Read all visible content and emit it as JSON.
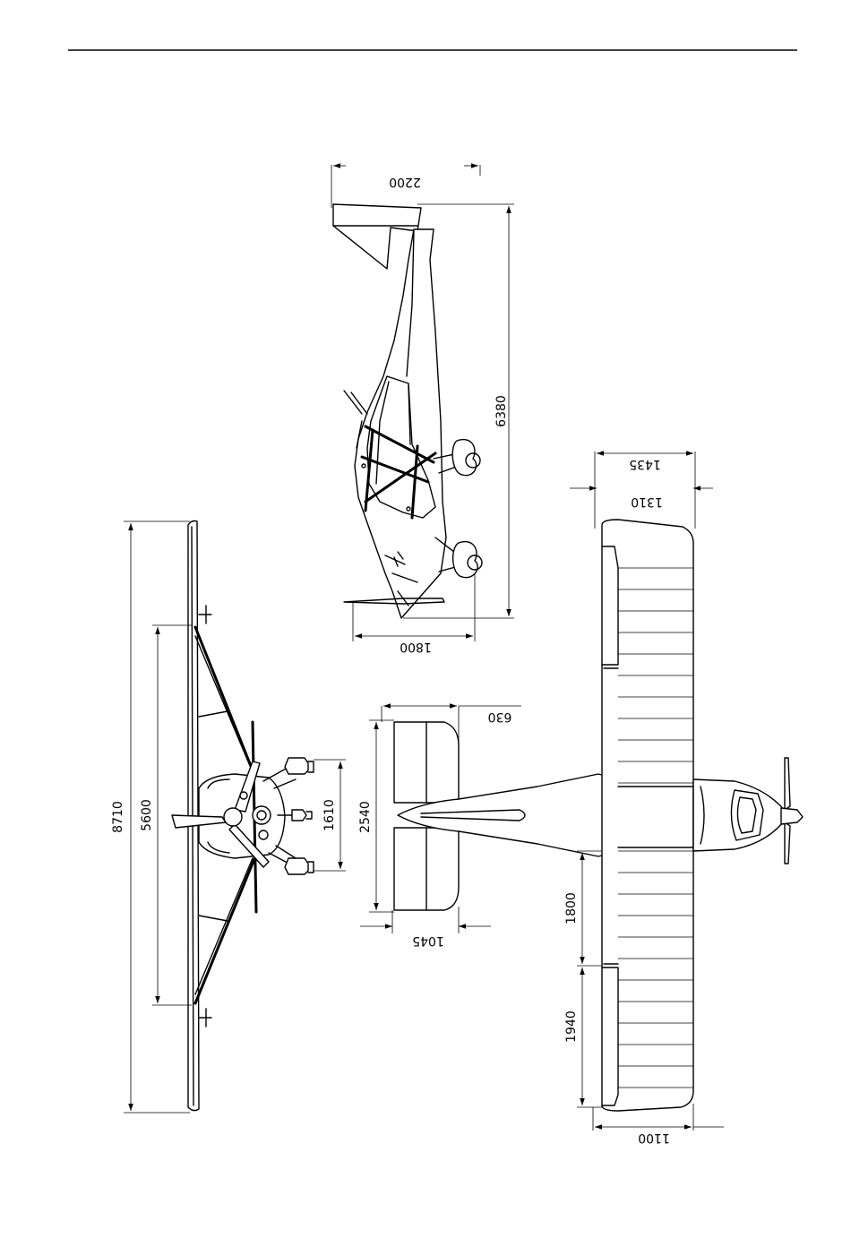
{
  "dimensions": {
    "side_height": "2200",
    "side_length": "6380",
    "side_gear": "1800",
    "front_span": "8710",
    "front_strut": "5600",
    "front_track": "1610",
    "top_chord_tip": "1435",
    "top_chord": "1310",
    "tail_offset": "630",
    "tail_span": "2540",
    "tail_chord": "1045",
    "flap_span": "1800",
    "aileron_span": "1940",
    "tip_chord": "1100"
  }
}
